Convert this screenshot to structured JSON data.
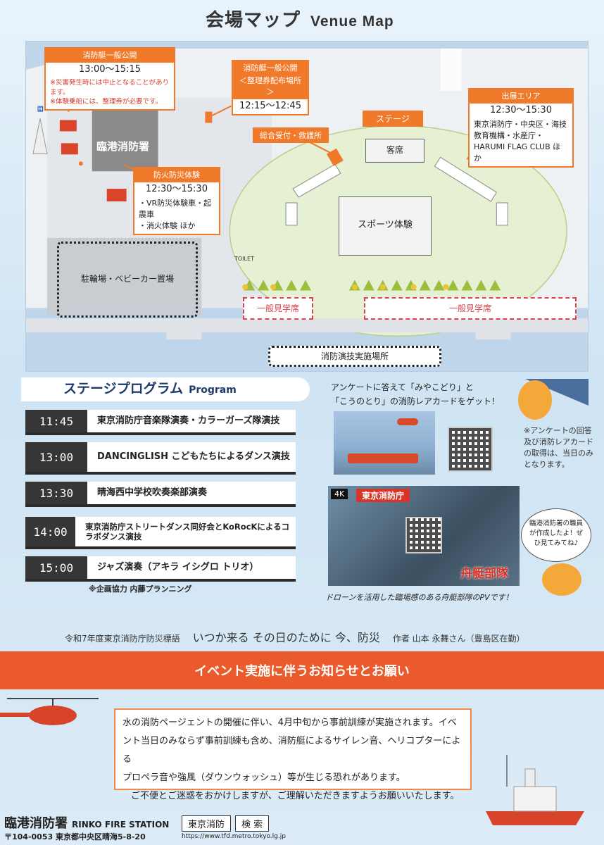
{
  "header": {
    "title_jp": "会場マップ",
    "title_en": "Venue Map"
  },
  "map": {
    "boat_public": {
      "head": "消防艇一般公開",
      "time": "13:00〜15:15",
      "note1": "※災害発生時には中止となることがあります。",
      "note2": "※体験乗船には、整理券が必要です。"
    },
    "ticket": {
      "head1": "消防艇一般公開",
      "head2": "＜整理券配布場所＞",
      "time": "12:15〜12:45"
    },
    "exhibit": {
      "head": "出展エリア",
      "time": "12:30〜15:30",
      "body": "東京消防庁・中央区・海技教育機構・水産庁・HARUMI FLAG CLUB ほか"
    },
    "disaster": {
      "head": "防火防災体験",
      "time": "12:30〜15:30",
      "body1": "・VR防災体験車・起震車",
      "body2": "・消火体験 ほか"
    },
    "station": "臨港消防署",
    "stage": "ステージ",
    "reception": "総合受付・救護所",
    "seats": "客席",
    "sports": "スポーツ体験",
    "parking": "駐輪場・ベビーカー置場",
    "viewing1": "一般見学席",
    "viewing2": "一般見学席",
    "drill_area": "消防演技実施場所",
    "toilet": "TOILET"
  },
  "program": {
    "title_jp": "ステージプログラム",
    "title_en": "Program",
    "rows": [
      {
        "time": "11:45",
        "act": "東京消防庁音楽隊演奏・カラーガーズ隊演技"
      },
      {
        "time": "13:00",
        "act": "DANCINGLISH こどもたちによるダンス演技"
      },
      {
        "time": "13:30",
        "act": "晴海西中学校吹奏楽部演奏"
      },
      {
        "time": "14:00",
        "act": "東京消防庁ストリートダンス同好会とKoRocKによるコラボダンス演技"
      },
      {
        "time": "15:00",
        "act": "ジャズ演奏（アキラ イシグロ トリオ）"
      }
    ],
    "credit": "※企画協力 内藤プランニング"
  },
  "survey": {
    "line1": "アンケートに答えて「みやこどり」と",
    "line2": "「こうのとり」の消防レアカードをゲット！",
    "note": "※アンケートの回答及び消防レアカードの取得は、当日のみとなります。"
  },
  "video": {
    "badge": "4K",
    "org": "東京消防庁",
    "unit": "舟艇部隊",
    "bubble": "臨港消防署の職員が作成したよ！ぜひ見てみてね♪",
    "caption": "ドローンを活用した臨場感のある舟艇部隊のPVです！"
  },
  "haiku": {
    "prefix": "令和7年度東京消防庁防災標語",
    "main": "いつか来る その日のために 今、防災",
    "author": "作者 山本 永舞さん（豊島区在勤）"
  },
  "notice": {
    "title": "イベント実施に伴うお知らせとお願い",
    "line1": "水の消防ページェントの開催に伴い、4月中旬から事前訓練が実施されます。イベ",
    "line2": "ント当日のみならず事前訓練も含め、消防艇によるサイレン音、ヘリコプターによる",
    "line3": "プロペラ音や強風（ダウンウォッシュ）等が生じる恐れがあります。",
    "line4": "ご不便とご迷惑をおかけしますが、ご理解いただきますようお願いいたします。"
  },
  "footer": {
    "name": "臨港消防署",
    "name_en": "RINKO FIRE STATION",
    "address": "〒104-0053 東京都中央区晴海5-8-20",
    "search_term": "東京消防",
    "search_button": "検 索",
    "url": "https://www.tfd.metro.tokyo.lg.jp"
  },
  "colors": {
    "accent": "#f07a2a",
    "notice": "#ea5a2a",
    "dark": "#363636"
  }
}
